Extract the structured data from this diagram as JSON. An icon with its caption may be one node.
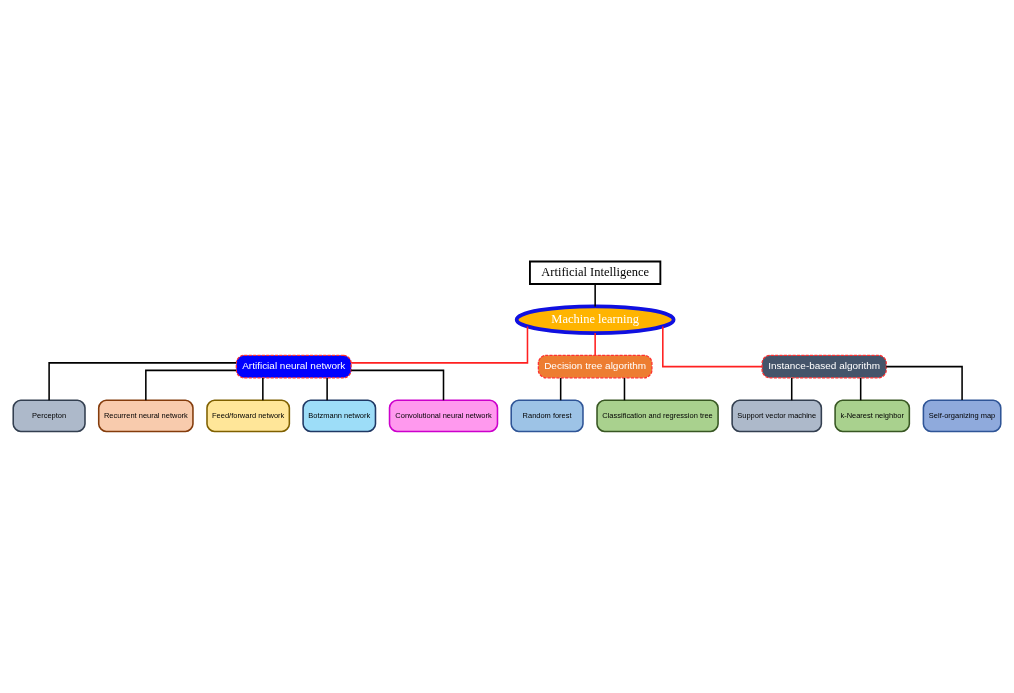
{
  "diagram": {
    "nodes": [
      {
        "text": [
          "Artificial Intelligence"
        ]
      },
      {
        "text": [
          "Machine learning"
        ]
      },
      {
        "text": [
          "Artificial neural network"
        ]
      },
      {
        "text": [
          "Decision tree algorithm"
        ]
      },
      {
        "text": [
          "Instance-based algorithm"
        ]
      },
      {
        "text": [
          "Percepton"
        ]
      },
      {
        "text": [
          "Recurrent neural network"
        ]
      },
      {
        "text": [
          "Feed/forward network"
        ]
      },
      {
        "text": [
          "Botzmann network"
        ]
      },
      {
        "text": [
          "Convolutional neural network"
        ]
      },
      {
        "text": [
          "Random forest"
        ]
      },
      {
        "text": [
          "Classification and regression tree"
        ]
      },
      {
        "text": [
          "Support vector machine"
        ]
      },
      {
        "text": [
          "k-Nearest neighbor"
        ]
      },
      {
        "text": [
          "Self-organizing map"
        ]
      }
    ],
    "edges": [
      {
        "from": 0,
        "to": 1,
        "arrow": "none"
      },
      {
        "from": 1,
        "to": 2,
        "arrow": "none",
        "color": "#ff2020"
      },
      {
        "from": 1,
        "to": 3,
        "arrow": "none",
        "color": "#ff2020"
      },
      {
        "from": 1,
        "to": 4,
        "arrow": "none",
        "color": "#ff2020"
      },
      {
        "from": 2,
        "to": 5,
        "arrow": "none"
      },
      {
        "from": 2,
        "to": 6,
        "arrow": "none"
      },
      {
        "from": 2,
        "to": 7,
        "arrow": "none"
      },
      {
        "from": 2,
        "to": 8,
        "arrow": "none"
      },
      {
        "from": 2,
        "to": 9,
        "arrow": "none"
      },
      {
        "from": 3,
        "to": 10,
        "arrow": "none"
      },
      {
        "from": 3,
        "to": 11,
        "arrow": "none"
      },
      {
        "from": 4,
        "to": 12,
        "arrow": "none"
      },
      {
        "from": 4,
        "to": 13,
        "arrow": "none"
      },
      {
        "from": 4,
        "to": 14,
        "arrow": "none"
      }
    ]
  }
}
